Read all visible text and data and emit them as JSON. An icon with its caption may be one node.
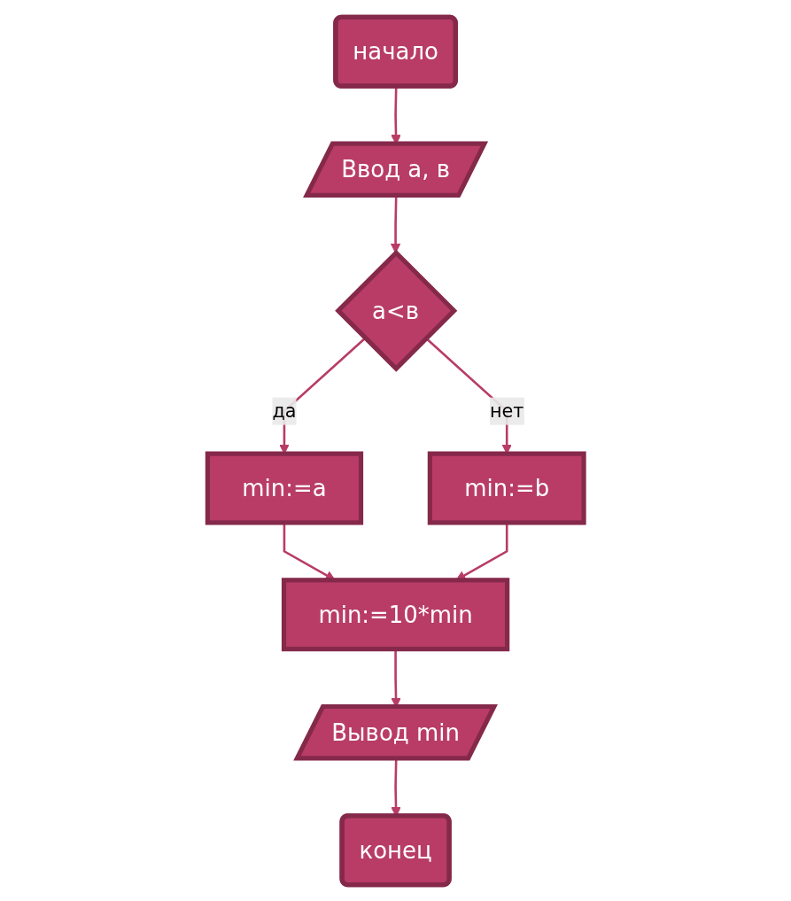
{
  "diagram": {
    "nodes": [
      {
        "text": [
          "начало"
        ]
      },
      {
        "text": [
          "Ввод а, в"
        ]
      },
      {
        "text": [
          "а<в"
        ]
      },
      {
        "text": [
          "min:=a"
        ]
      },
      {
        "text": [
          "min:=b"
        ]
      },
      {
        "text": [
          "min:=10*min"
        ]
      },
      {
        "text": [
          "Вывод min"
        ]
      },
      {
        "text": [
          "конец"
        ]
      }
    ],
    "edges": [
      {
        "from": 0,
        "to": 1,
        "arrow": "to"
      },
      {
        "from": 1,
        "to": 2,
        "arrow": "to"
      },
      {
        "from": 2,
        "to": 3,
        "label": "да",
        "arrow": "to"
      },
      {
        "from": 2,
        "to": 4,
        "label": "нет",
        "arrow": "to"
      },
      {
        "from": 3,
        "to": 5,
        "arrow": "to"
      },
      {
        "from": 4,
        "to": 5,
        "arrow": "to"
      },
      {
        "from": 5,
        "to": 6,
        "arrow": "to"
      },
      {
        "from": 6,
        "to": 7,
        "arrow": "to"
      }
    ]
  }
}
